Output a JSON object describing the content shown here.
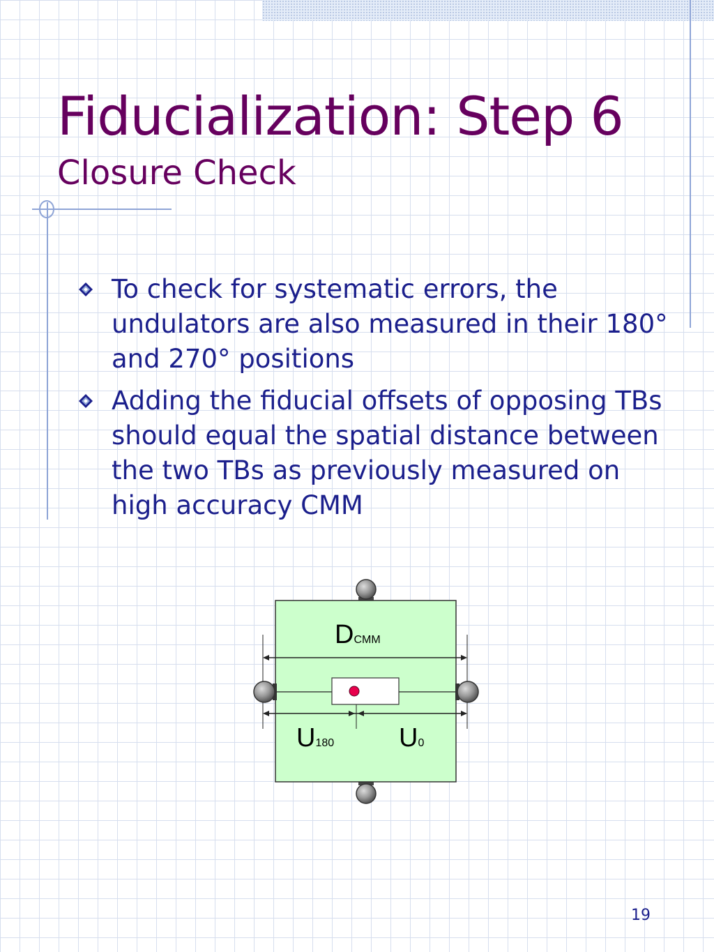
{
  "slide": {
    "title": "Fiducialization: Step 6",
    "subtitle": "Closure Check",
    "bullets": [
      "To check for systematic errors, the undulators are also measured in their 180° and 270° positions",
      "Adding the fiducial offsets of opposing TBs should equal the spatial distance between the two TBs as previously measured on high accuracy CMM"
    ],
    "page_number": "19"
  },
  "diagram": {
    "d_main": "D",
    "d_sub": "CMM",
    "u180_main": "U",
    "u180_sub": "180",
    "u0_main": "U",
    "u0_sub": "0"
  },
  "colors": {
    "title": "#66005e",
    "body_text": "#1b1f8c",
    "box_fill": "#ccffcc",
    "target_dot": "#e8004c",
    "grid_line": "#d6deee",
    "accent_line": "#8ea4d6"
  },
  "icons": {
    "bullet": "diamond-bullet-icon",
    "sphere": "tooling-ball-icon"
  }
}
